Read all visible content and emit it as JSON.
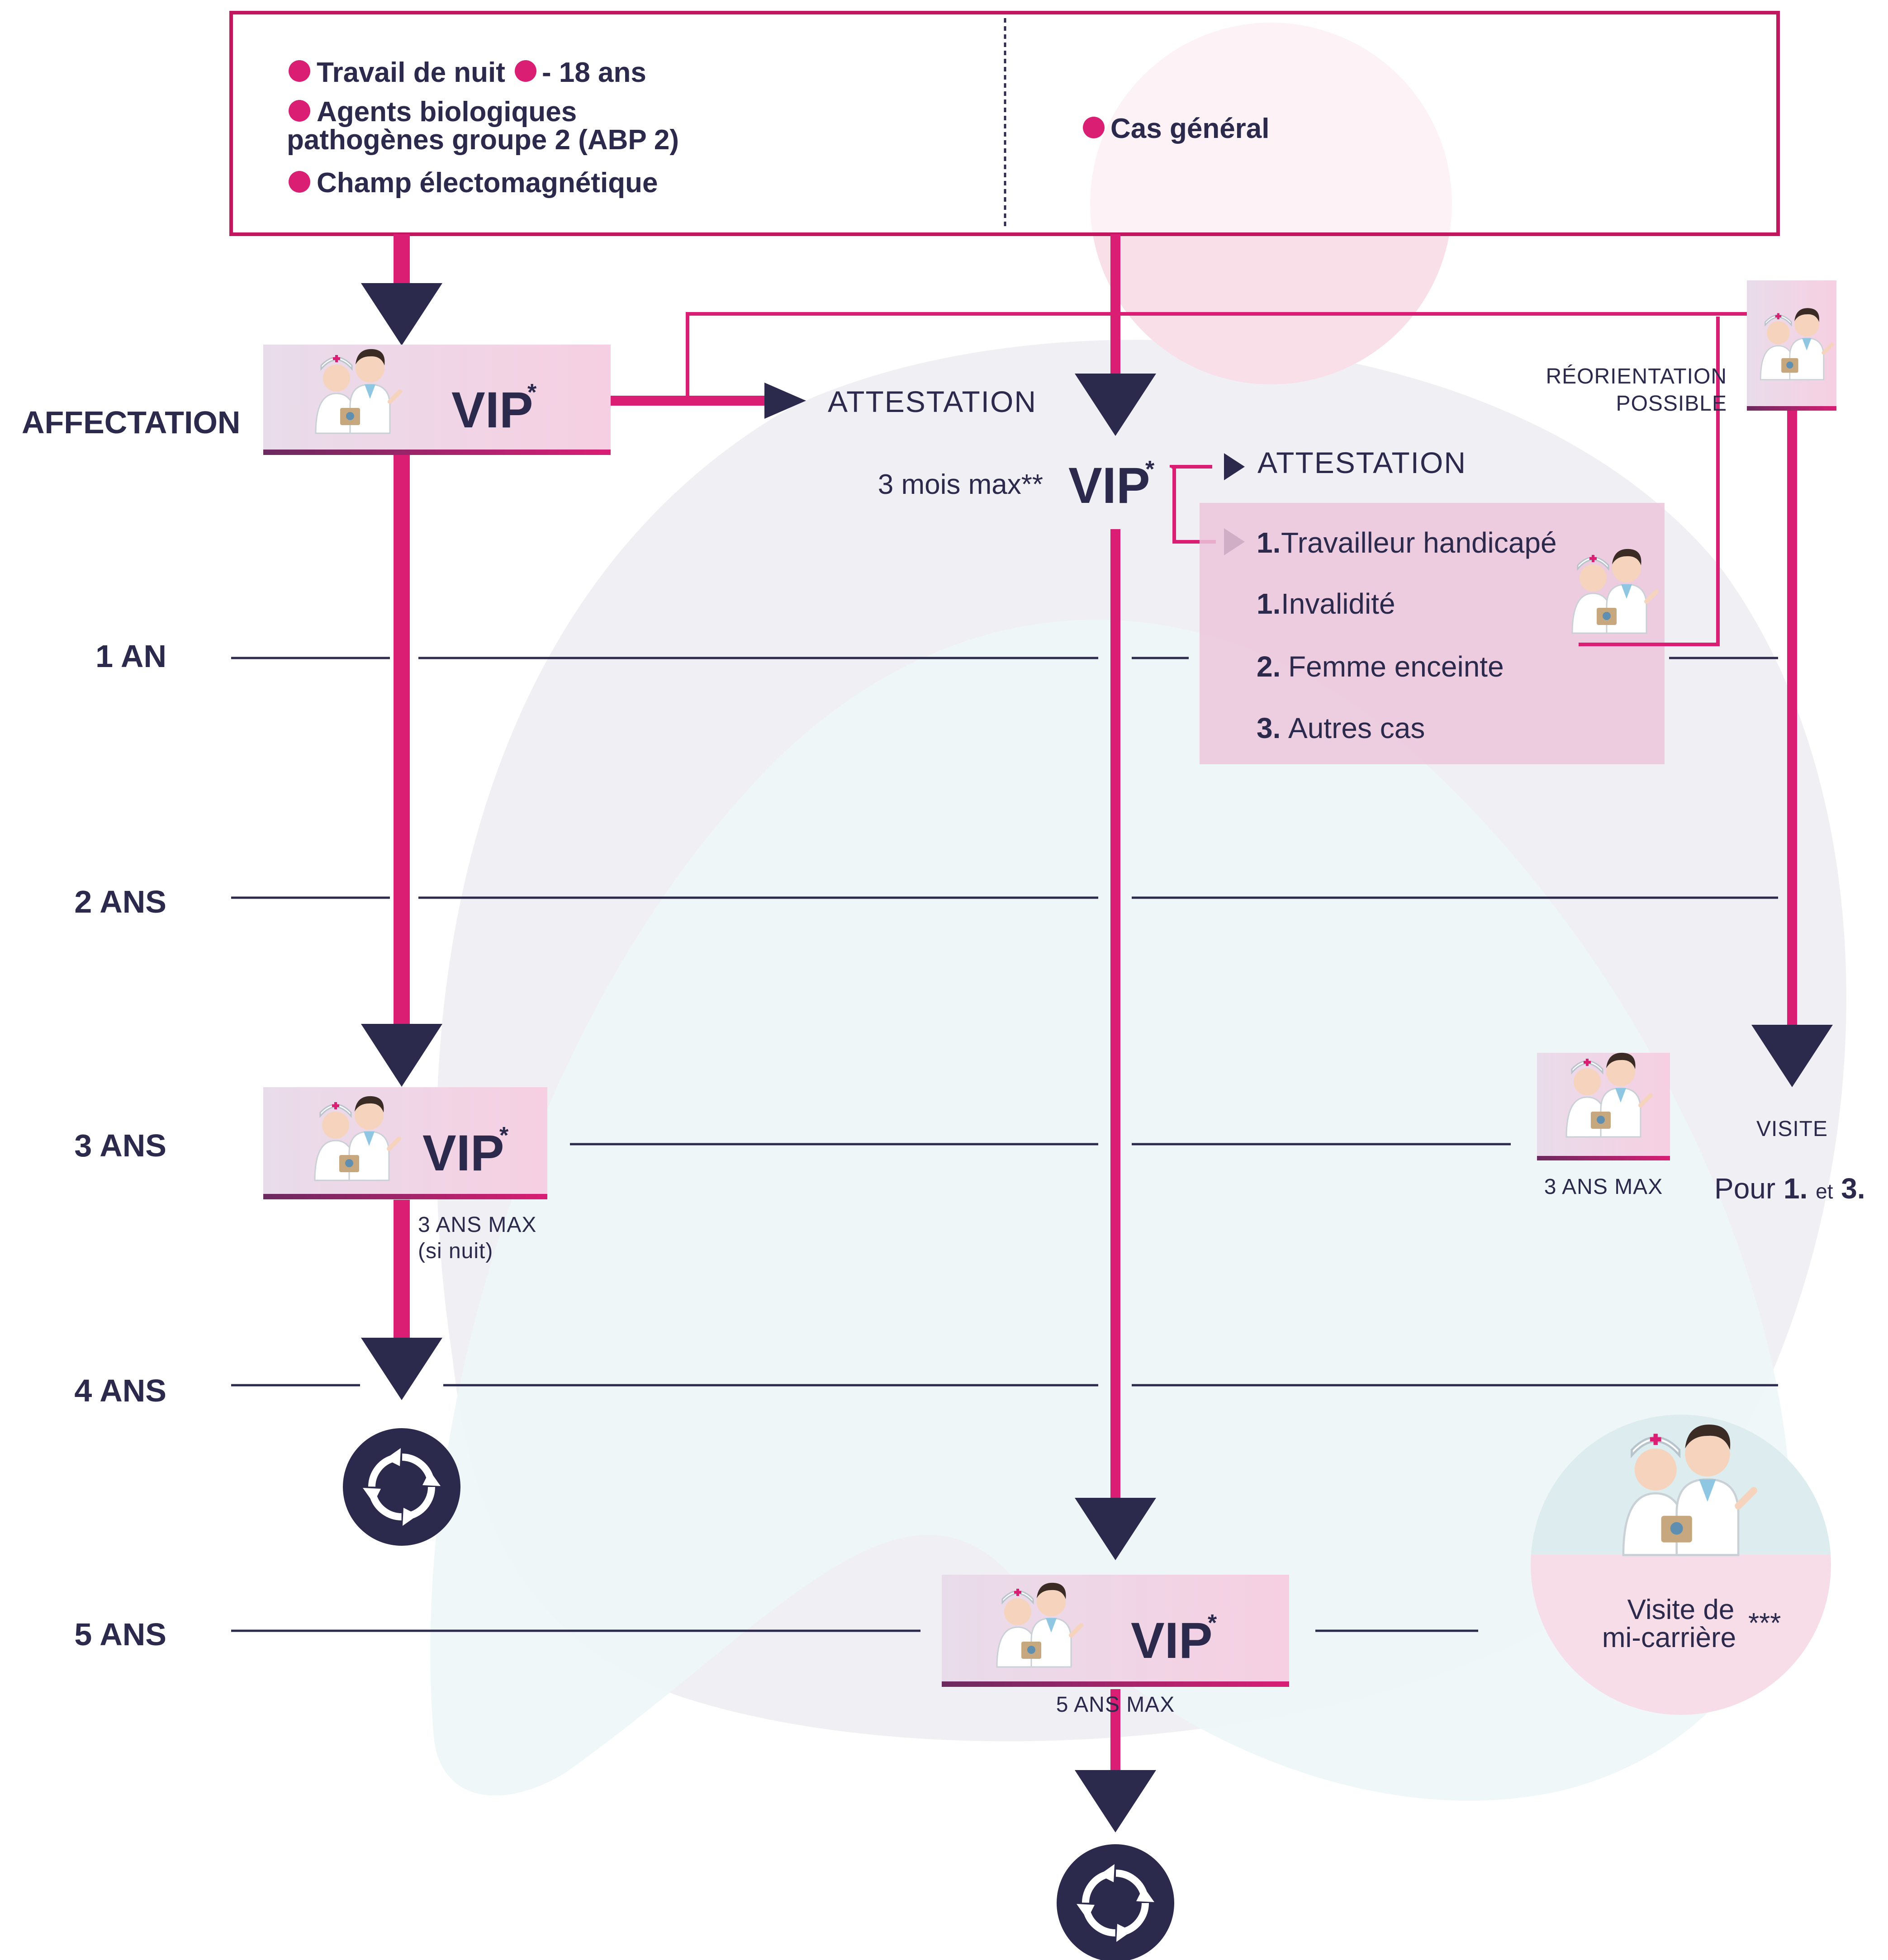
{
  "colors": {
    "magenta": "#d91e74",
    "navy": "#2b2a4c",
    "card_pink": "#f3cadf",
    "card_lilac": "#e9dcea",
    "bubble_pink": "#f7dde8",
    "bubble_blue": "#dcecef",
    "bg_grey": "#f0eff3",
    "bg_blue": "#eef6f7"
  },
  "icons": {
    "staff": "doctor-nurse-illustration",
    "renewal": "circular-arrows-icon",
    "bullet": "pink-dot-bullet"
  },
  "top_box": {
    "left": {
      "line1_a": "Travail de nuit",
      "line1_b": "- 18 ans",
      "line2": "Agents biologiques",
      "line3": "pathogènes groupe 2 (ABP 2)",
      "line4": "Champ électomagnétique"
    },
    "right": {
      "label": "Cas général"
    }
  },
  "rows": {
    "affectation": "AFFECTATION",
    "an1": "1 AN",
    "ans2": "2 ANS",
    "ans3": "3 ANS",
    "ans4": "4 ANS",
    "ans5": "5 ANS"
  },
  "vip": {
    "label": "VIP",
    "asterisk": "*"
  },
  "left_track": {
    "attestation": "ATTESTATION",
    "max_line1": "3 ANS MAX",
    "max_line2": "(si nuit)"
  },
  "center_track": {
    "delay": "3 mois max**",
    "attestation": "ATTESTATION",
    "max": "5 ANS MAX"
  },
  "special_cases": {
    "items": [
      {
        "num": "1.",
        "label": "Travailleur handicapé"
      },
      {
        "num": "1.",
        "label": "Invalidité"
      },
      {
        "num": "2.",
        "label": "Femme enceinte"
      },
      {
        "num": "3.",
        "label": "Autres cas"
      }
    ]
  },
  "right_track": {
    "reorientation_line1": "RÉORIENTATION",
    "reorientation_line2": "POSSIBLE",
    "max": "3 ANS MAX",
    "visite": "VISITE",
    "pour": "Pour",
    "pour_n1": "1.",
    "pour_et": "et",
    "pour_n3": "3."
  },
  "mid_career": {
    "line1": "Visite de",
    "line2": "mi-carrière",
    "stars": "***"
  }
}
